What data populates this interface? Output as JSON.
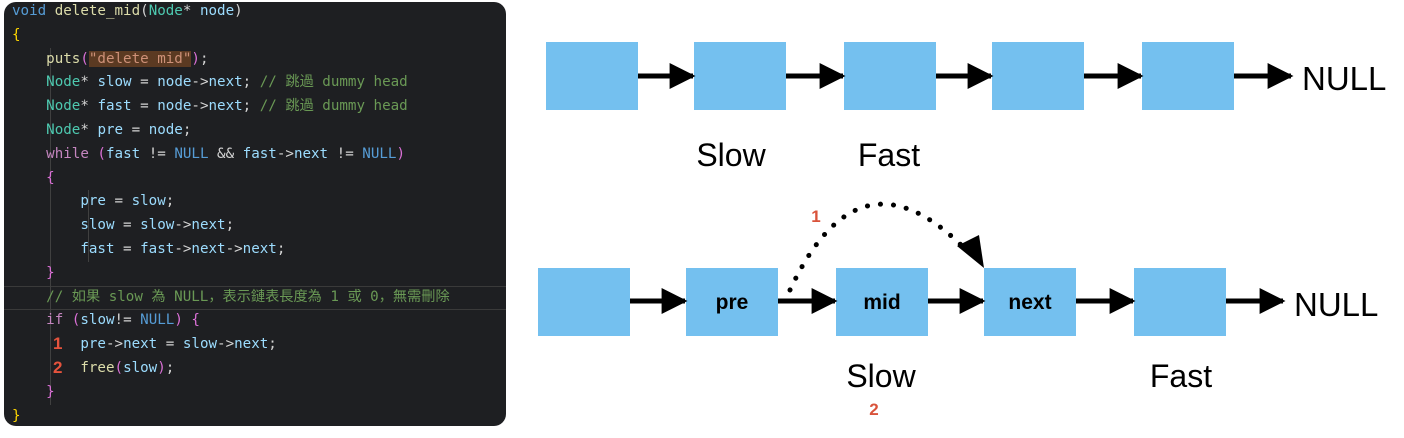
{
  "code": {
    "lines": [
      [
        [
          "void ",
          "nu"
        ],
        [
          "delete_mid",
          "fn"
        ],
        [
          "(",
          "pl"
        ],
        [
          "Node",
          "ty"
        ],
        [
          "* ",
          "pl"
        ],
        [
          "node",
          "va"
        ],
        [
          ")",
          "pl"
        ]
      ],
      [
        [
          "{",
          "br2"
        ]
      ],
      [
        [
          "    ",
          "pl"
        ],
        [
          "puts",
          "fn"
        ],
        [
          "(",
          "br"
        ],
        [
          "\"delete mid\"",
          "str"
        ],
        [
          ")",
          "br"
        ],
        [
          ";",
          "pl"
        ]
      ],
      [
        [
          "    ",
          "pl"
        ],
        [
          "Node",
          "ty"
        ],
        [
          "* ",
          "pl"
        ],
        [
          "slow",
          "va"
        ],
        [
          " = ",
          "pl"
        ],
        [
          "node",
          "va"
        ],
        [
          "->",
          "pl"
        ],
        [
          "next",
          "va"
        ],
        [
          "; ",
          "pl"
        ],
        [
          "// 跳過 dummy head",
          "cm"
        ]
      ],
      [
        [
          "    ",
          "pl"
        ],
        [
          "Node",
          "ty"
        ],
        [
          "* ",
          "pl"
        ],
        [
          "fast",
          "va"
        ],
        [
          " = ",
          "pl"
        ],
        [
          "node",
          "va"
        ],
        [
          "->",
          "pl"
        ],
        [
          "next",
          "va"
        ],
        [
          "; ",
          "pl"
        ],
        [
          "// 跳過 dummy head",
          "cm"
        ]
      ],
      [
        [
          "    ",
          "pl"
        ],
        [
          "Node",
          "ty"
        ],
        [
          "* ",
          "pl"
        ],
        [
          "pre",
          "va"
        ],
        [
          " = ",
          "pl"
        ],
        [
          "node",
          "va"
        ],
        [
          ";",
          "pl"
        ]
      ],
      [
        [
          "    ",
          "pl"
        ],
        [
          "while",
          "kw"
        ],
        [
          " (",
          "br"
        ],
        [
          "fast",
          "va"
        ],
        [
          " != ",
          "pl"
        ],
        [
          "NULL",
          "nu"
        ],
        [
          " && ",
          "pl"
        ],
        [
          "fast",
          "va"
        ],
        [
          "->",
          "pl"
        ],
        [
          "next",
          "va"
        ],
        [
          " != ",
          "pl"
        ],
        [
          "NULL",
          "nu"
        ],
        [
          ")",
          "br"
        ]
      ],
      [
        [
          "    ",
          "pl"
        ],
        [
          "{",
          "br"
        ]
      ],
      [
        [
          "        ",
          "pl"
        ],
        [
          "pre",
          "va"
        ],
        [
          " = ",
          "pl"
        ],
        [
          "slow",
          "va"
        ],
        [
          ";",
          "pl"
        ]
      ],
      [
        [
          "        ",
          "pl"
        ],
        [
          "slow",
          "va"
        ],
        [
          " = ",
          "pl"
        ],
        [
          "slow",
          "va"
        ],
        [
          "->",
          "pl"
        ],
        [
          "next",
          "va"
        ],
        [
          ";",
          "pl"
        ]
      ],
      [
        [
          "        ",
          "pl"
        ],
        [
          "fast",
          "va"
        ],
        [
          " = ",
          "pl"
        ],
        [
          "fast",
          "va"
        ],
        [
          "->",
          "pl"
        ],
        [
          "next",
          "va"
        ],
        [
          "->",
          "pl"
        ],
        [
          "next",
          "va"
        ],
        [
          ";",
          "pl"
        ]
      ],
      [
        [
          "    ",
          "pl"
        ],
        [
          "}",
          "br"
        ]
      ],
      [
        [
          "    ",
          "pl"
        ],
        [
          "// 如果 slow 為 NULL，表示鏈表長度為 1 或 0，無需刪除",
          "cm"
        ]
      ],
      [
        [
          "    ",
          "pl"
        ],
        [
          "if",
          "kw"
        ],
        [
          " (",
          "br"
        ],
        [
          "slow",
          "va"
        ],
        [
          "!= ",
          "pl"
        ],
        [
          "NULL",
          "nu"
        ],
        [
          ") ",
          "br"
        ],
        [
          "{",
          "br"
        ]
      ],
      [
        [
          "        ",
          "pl"
        ],
        [
          "pre",
          "va"
        ],
        [
          "->",
          "pl"
        ],
        [
          "next",
          "va"
        ],
        [
          " = ",
          "pl"
        ],
        [
          "slow",
          "va"
        ],
        [
          "->",
          "pl"
        ],
        [
          "next",
          "va"
        ],
        [
          ";",
          "pl"
        ]
      ],
      [
        [
          "        ",
          "pl"
        ],
        [
          "free",
          "fn"
        ],
        [
          "(",
          "br"
        ],
        [
          "slow",
          "va"
        ],
        [
          ")",
          "br"
        ],
        [
          ";",
          "pl"
        ]
      ],
      [
        [
          "    ",
          "pl"
        ],
        [
          "}",
          "br"
        ]
      ],
      [
        [
          "}",
          "br2"
        ]
      ]
    ],
    "markers": [
      "1",
      "2"
    ]
  },
  "diagram": {
    "top_row": {
      "nodes": [
        "",
        "",
        "",
        "",
        ""
      ],
      "terminal": "NULL",
      "labels": [
        "Slow",
        "Fast"
      ]
    },
    "bottom_row": {
      "nodes": [
        "",
        "pre",
        "mid",
        "next",
        ""
      ],
      "terminal": "NULL",
      "labels": [
        "Slow",
        "Fast"
      ],
      "step_1": "1",
      "step_2": "2"
    },
    "colors": {
      "node_fill": "#74c0ef",
      "arrow": "#000000",
      "step_number": "#d9533b",
      "code_background": "#1e1f22"
    }
  }
}
